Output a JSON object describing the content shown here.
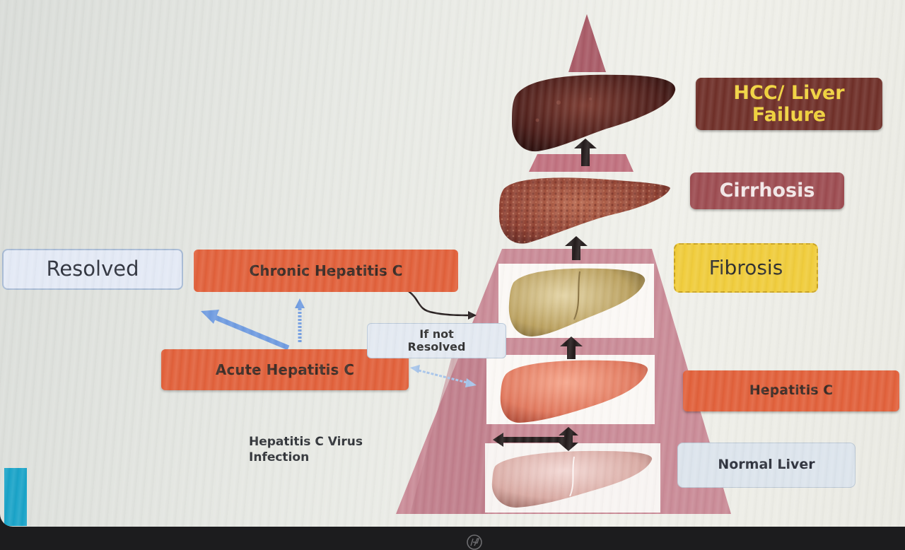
{
  "stages": {
    "hcc_line1": "HCC/ Liver",
    "hcc_line2": "Failure",
    "cirrhosis": "Cirrhosis",
    "fibrosis": "Fibrosis",
    "hepatitis_c": "Hepatitis C",
    "normal_liver": "Normal Liver"
  },
  "pathways": {
    "resolved": "Resolved",
    "chronic": "Chronic Hepatitis C",
    "acute": "Acute Hepatitis C",
    "if_not_line1": "If not",
    "if_not_line2": "Resolved",
    "virus_line1": "Hepatitis C Virus",
    "virus_line2": "Infection"
  },
  "monitor": {
    "brand_logo_icon": "hp-logo-icon"
  },
  "colors": {
    "hcc_box": "#6f2f28",
    "hcc_text": "#f0d23c",
    "cirrhosis_box": "#9c4b50",
    "fibrosis_box": "#f0cc3b",
    "hepatitis_box": "#e1603a",
    "normal_box": "#dce4ec",
    "pyramid": "#c98a96",
    "arrow_dark": "#241c1c",
    "arrow_blue": "#6f9be0"
  }
}
